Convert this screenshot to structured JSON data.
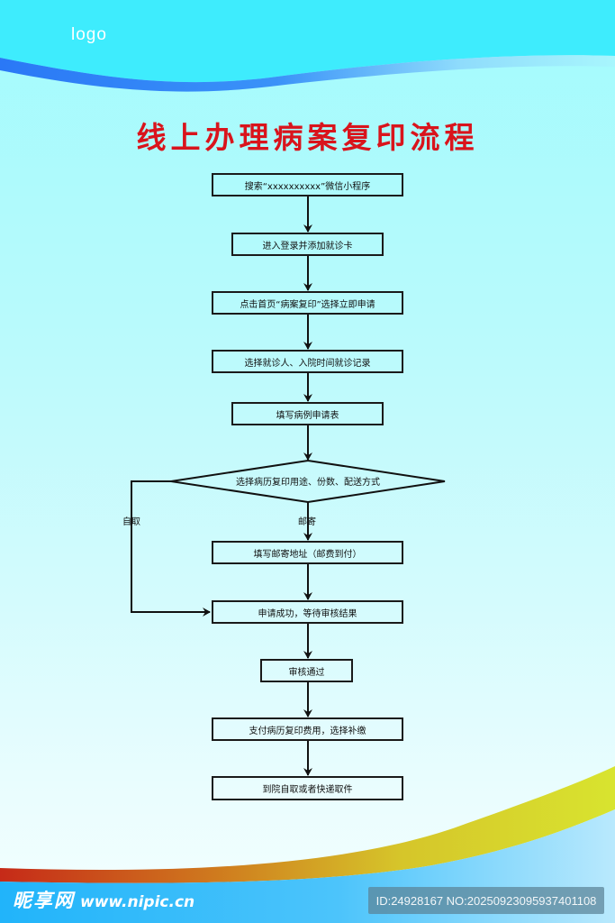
{
  "header": {
    "logo": "logo",
    "title": "线上办理病案复印流程"
  },
  "colors": {
    "title": "#d9141c",
    "top_band": "#3eecfd",
    "top_wave": "#2a7cf5",
    "bottom_band": "#23b6fa",
    "bottom_wave_start": "#c8301a",
    "bottom_wave_end": "#d8e22e"
  },
  "flowchart": {
    "steps": [
      "搜索“xxxxxxxxxx”微信小程序",
      "进入登录并添加就诊卡",
      "点击首页“病案复印”选择立即申请",
      "选择就诊人、入院时间就诊记录",
      "填写病例申请表"
    ],
    "decision": "选择病历复印用途、份数、配送方式",
    "branch_self_pickup": "自取",
    "branch_mail": "邮寄",
    "mail_step": "填写邮寄地址（邮费到付）",
    "after_steps": [
      "申请成功，等待审核结果",
      "审核通过",
      "支付病历复印费用，选择补缴",
      "到院自取或者快递取件"
    ]
  },
  "footer": {
    "brand": "昵享网",
    "url": "www.nipic.cn",
    "id_text": "ID:24928167 NO:20250923095937401108"
  }
}
